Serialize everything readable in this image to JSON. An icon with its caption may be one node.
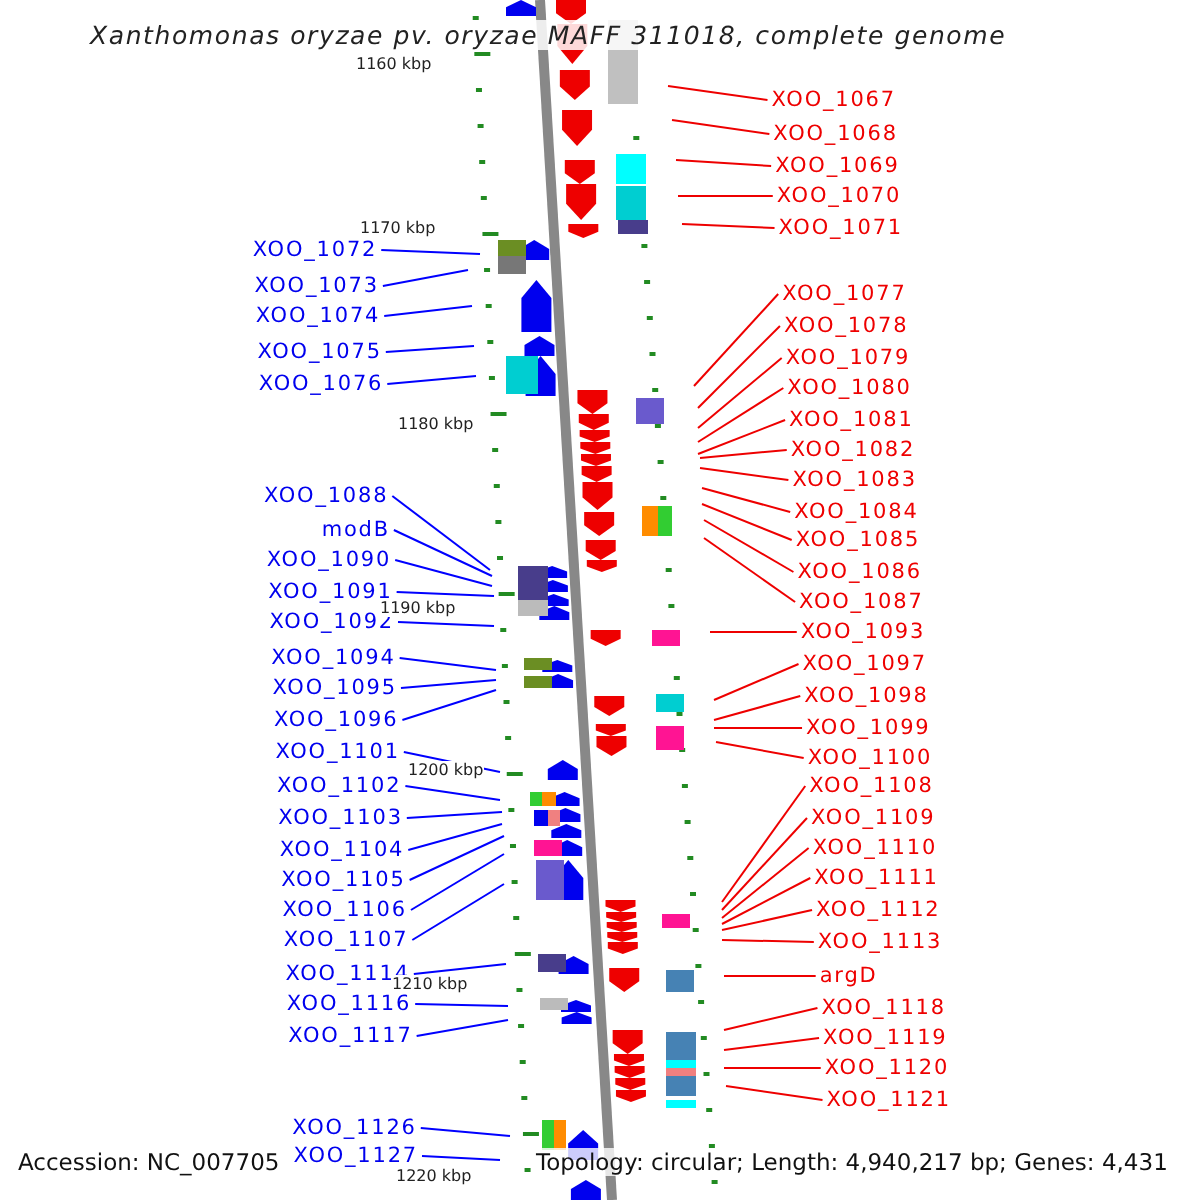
{
  "diagram": {
    "title": "Xanthomonas oryzae pv. oryzae MAFF 311018, complete genome",
    "nodes": [
      {
        "text": [
          "XOO_1067"
        ]
      },
      {
        "text": [
          "XOO_1068"
        ]
      },
      {
        "text": [
          "XOO_1069"
        ]
      },
      {
        "text": [
          "XOO_1070"
        ]
      },
      {
        "text": [
          "XOO_1071"
        ]
      },
      {
        "text": [
          "XOO_1072"
        ]
      },
      {
        "text": [
          "XOO_1073"
        ]
      },
      {
        "text": [
          "XOO_1074"
        ]
      },
      {
        "text": [
          "XOO_1075"
        ]
      },
      {
        "text": [
          "XOO_1076"
        ]
      },
      {
        "text": [
          "XOO_1077"
        ]
      },
      {
        "text": [
          "XOO_1078"
        ]
      },
      {
        "text": [
          "XOO_1079"
        ]
      },
      {
        "text": [
          "XOO_1080"
        ]
      },
      {
        "text": [
          "XOO_1081"
        ]
      },
      {
        "text": [
          "XOO_1082"
        ]
      },
      {
        "text": [
          "XOO_1083"
        ]
      },
      {
        "text": [
          "XOO_1084"
        ]
      },
      {
        "text": [
          "XOO_1085"
        ]
      },
      {
        "text": [
          "XOO_1086"
        ]
      },
      {
        "text": [
          "XOO_1087"
        ]
      },
      {
        "text": [
          "XOO_1088"
        ]
      },
      {
        "text": [
          "modB"
        ]
      },
      {
        "text": [
          "XOO_1090"
        ]
      },
      {
        "text": [
          "XOO_1091"
        ]
      },
      {
        "text": [
          "XOO_1092"
        ]
      },
      {
        "text": [
          "XOO_1093"
        ]
      },
      {
        "text": [
          "XOO_1094"
        ]
      },
      {
        "text": [
          "XOO_1095"
        ]
      },
      {
        "text": [
          "XOO_1096"
        ]
      },
      {
        "text": [
          "XOO_1097"
        ]
      },
      {
        "text": [
          "XOO_1098"
        ]
      },
      {
        "text": [
          "XOO_1099"
        ]
      },
      {
        "text": [
          "XOO_1100"
        ]
      },
      {
        "text": [
          "XOO_1101"
        ]
      },
      {
        "text": [
          "XOO_1102"
        ]
      },
      {
        "text": [
          "XOO_1103"
        ]
      },
      {
        "text": [
          "XOO_1104"
        ]
      },
      {
        "text": [
          "XOO_1105"
        ]
      },
      {
        "text": [
          "XOO_1106"
        ]
      },
      {
        "text": [
          "XOO_1107"
        ]
      },
      {
        "text": [
          "XOO_1108"
        ]
      },
      {
        "text": [
          "XOO_1109"
        ]
      },
      {
        "text": [
          "XOO_1110"
        ]
      },
      {
        "text": [
          "XOO_1111"
        ]
      },
      {
        "text": [
          "XOO_1112"
        ]
      },
      {
        "text": [
          "XOO_1113"
        ]
      },
      {
        "text": [
          "XOO_1114"
        ]
      },
      {
        "text": [
          "argD"
        ]
      },
      {
        "text": [
          "XOO_1116"
        ]
      },
      {
        "text": [
          "XOO_1117"
        ]
      },
      {
        "text": [
          "XOO_1118"
        ]
      },
      {
        "text": [
          "XOO_1119"
        ]
      },
      {
        "text": [
          "XOO_1120"
        ]
      },
      {
        "text": [
          "XOO_1121"
        ]
      },
      {
        "text": [
          "XOO_1126"
        ]
      },
      {
        "text": [
          "XOO_1127"
        ]
      }
    ],
    "edges": [
      {
        "from": 0,
        "to": null,
        "arrow": "none"
      },
      {
        "from": 1,
        "to": null,
        "arrow": "none"
      },
      {
        "from": 2,
        "to": null,
        "arrow": "none"
      },
      {
        "from": 3,
        "to": null,
        "arrow": "none"
      },
      {
        "from": 4,
        "to": null,
        "arrow": "none"
      },
      {
        "from": 5,
        "to": null,
        "arrow": "none",
        "color": "#0000ff"
      },
      {
        "from": 6,
        "to": null,
        "arrow": "none",
        "color": "#0000ff"
      },
      {
        "from": 7,
        "to": null,
        "arrow": "none",
        "color": "#0000ff"
      },
      {
        "from": 8,
        "to": null,
        "arrow": "none",
        "color": "#0000ff"
      },
      {
        "from": 9,
        "to": null,
        "arrow": "none",
        "color": "#0000ff"
      },
      {
        "from": 10,
        "to": null,
        "arrow": "none"
      },
      {
        "from": 11,
        "to": null,
        "arrow": "none"
      },
      {
        "from": 12,
        "to": null,
        "arrow": "none"
      },
      {
        "from": 13,
        "to": null,
        "arrow": "none"
      },
      {
        "from": 14,
        "to": null,
        "arrow": "none"
      },
      {
        "from": 15,
        "to": null,
        "arrow": "none"
      },
      {
        "from": 16,
        "to": null,
        "arrow": "none"
      },
      {
        "from": 17,
        "to": null,
        "arrow": "none"
      },
      {
        "from": 18,
        "to": null,
        "arrow": "none"
      },
      {
        "from": 19,
        "to": null,
        "arrow": "none"
      },
      {
        "from": 20,
        "to": null,
        "arrow": "none"
      },
      {
        "from": 21,
        "to": null,
        "arrow": "none",
        "color": "#0000ff"
      },
      {
        "from": 22,
        "to": null,
        "arrow": "none",
        "color": "#0000ff"
      },
      {
        "from": 23,
        "to": null,
        "arrow": "none",
        "color": "#0000ff"
      },
      {
        "from": 24,
        "to": null,
        "arrow": "none",
        "color": "#0000ff"
      },
      {
        "from": 25,
        "to": null,
        "arrow": "none",
        "color": "#0000ff"
      },
      {
        "from": 26,
        "to": null,
        "arrow": "none"
      },
      {
        "from": 27,
        "to": null,
        "arrow": "none",
        "color": "#0000ff"
      },
      {
        "from": 28,
        "to": null,
        "arrow": "none",
        "color": "#0000ff"
      },
      {
        "from": 29,
        "to": null,
        "arrow": "none",
        "color": "#0000ff"
      },
      {
        "from": 30,
        "to": null,
        "arrow": "none"
      },
      {
        "from": 31,
        "to": null,
        "arrow": "none"
      },
      {
        "from": 32,
        "to": null,
        "arrow": "none"
      },
      {
        "from": 33,
        "to": null,
        "arrow": "none"
      },
      {
        "from": 34,
        "to": null,
        "arrow": "none",
        "color": "#0000ff"
      },
      {
        "from": 35,
        "to": null,
        "arrow": "none",
        "color": "#0000ff"
      },
      {
        "from": 36,
        "to": null,
        "arrow": "none",
        "color": "#0000ff"
      },
      {
        "from": 37,
        "to": null,
        "arrow": "none",
        "color": "#0000ff"
      },
      {
        "from": 38,
        "to": null,
        "arrow": "none",
        "color": "#0000ff"
      },
      {
        "from": 39,
        "to": null,
        "arrow": "none",
        "color": "#0000ff"
      },
      {
        "from": 40,
        "to": null,
        "arrow": "none",
        "color": "#0000ff"
      },
      {
        "from": 41,
        "to": null,
        "arrow": "none"
      },
      {
        "from": 42,
        "to": null,
        "arrow": "none"
      },
      {
        "from": 43,
        "to": null,
        "arrow": "none"
      },
      {
        "from": 44,
        "to": null,
        "arrow": "none"
      },
      {
        "from": 45,
        "to": null,
        "arrow": "none"
      },
      {
        "from": 46,
        "to": null,
        "arrow": "none"
      },
      {
        "from": 47,
        "to": null,
        "arrow": "none",
        "color": "#0000ff"
      },
      {
        "from": 48,
        "to": null,
        "arrow": "none"
      },
      {
        "from": 49,
        "to": null,
        "arrow": "none",
        "color": "#0000ff"
      },
      {
        "from": 50,
        "to": null,
        "arrow": "none",
        "color": "#0000ff"
      },
      {
        "from": 51,
        "to": null,
        "arrow": "none"
      },
      {
        "from": 52,
        "to": null,
        "arrow": "none"
      },
      {
        "from": 53,
        "to": null,
        "arrow": "none"
      },
      {
        "from": 54,
        "to": null,
        "arrow": "none"
      },
      {
        "from": 55,
        "to": null,
        "arrow": "none",
        "color": "#0000ff"
      },
      {
        "from": 56,
        "to": null,
        "arrow": "none",
        "color": "#0000ff"
      }
    ],
    "labels": [
      "1160 kbp",
      "1170 kbp",
      "1180 kbp",
      "1190 kbp",
      "1200 kbp",
      "1210 kbp",
      "1220 kbp",
      "Accession: NC_007705",
      "Topology: circular; Length: 4,940,217 bp; Genes: 4,431"
    ]
  }
}
